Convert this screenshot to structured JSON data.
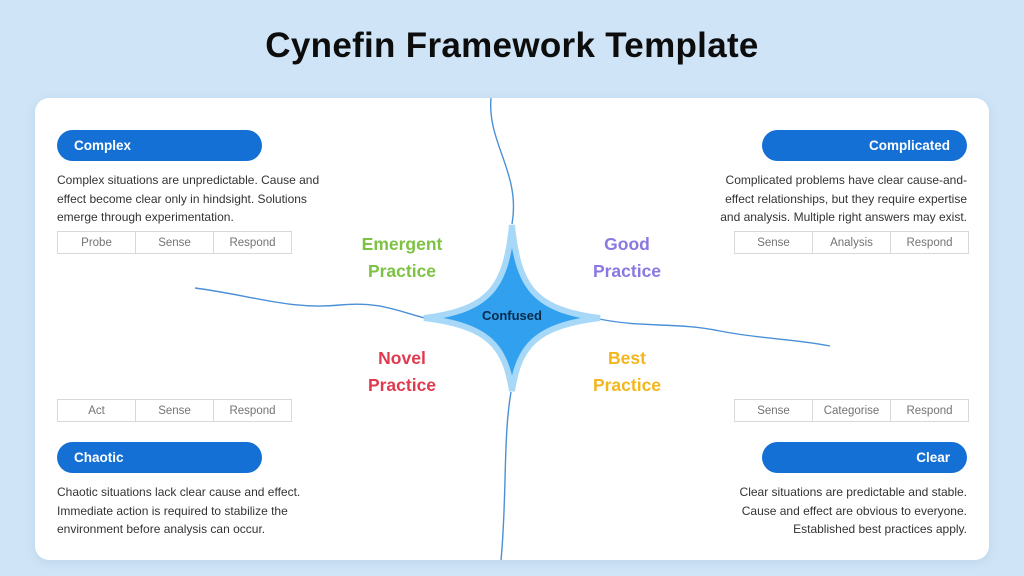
{
  "title": "Cynefin Framework Template",
  "center": {
    "label": "Confused"
  },
  "quadrants": {
    "complex": {
      "label": "Complex",
      "description": "Complex situations are unpredictable. Cause and effect become clear only in hindsight. Solutions emerge through experimentation.",
      "steps": [
        "Probe",
        "Sense",
        "Respond"
      ],
      "practice": {
        "line1": "Emergent",
        "line2": "Practice"
      }
    },
    "complicated": {
      "label": "Complicated",
      "description": "Complicated problems have clear cause-and-effect relationships, but they require expertise and analysis. Multiple right answers may exist.",
      "steps": [
        "Sense",
        "Analysis",
        "Respond"
      ],
      "practice": {
        "line1": "Good",
        "line2": "Practice"
      }
    },
    "chaotic": {
      "label": "Chaotic",
      "description": "Chaotic situations lack clear cause and effect. Immediate action is required to stabilize the environment before analysis can occur.",
      "steps": [
        "Act",
        "Sense",
        "Respond"
      ],
      "practice": {
        "line1": "Novel",
        "line2": "Practice"
      }
    },
    "clear": {
      "label": "Clear",
      "description": "Clear situations are predictable and stable. Cause and effect are obvious to everyone. Established best practices apply.",
      "steps": [
        "Sense",
        "Categorise",
        "Respond"
      ],
      "practice": {
        "line1": "Best",
        "line2": "Practice"
      }
    }
  },
  "colors": {
    "background": "#cfe4f6",
    "pill": "#1570d6",
    "emergent": "#7dc242",
    "good": "#8b77e0",
    "novel": "#e03a4e",
    "best": "#f3b71c",
    "star_fill": "#31a0ef",
    "star_stroke": "#a8d8f7",
    "line": "#4a90d8"
  }
}
